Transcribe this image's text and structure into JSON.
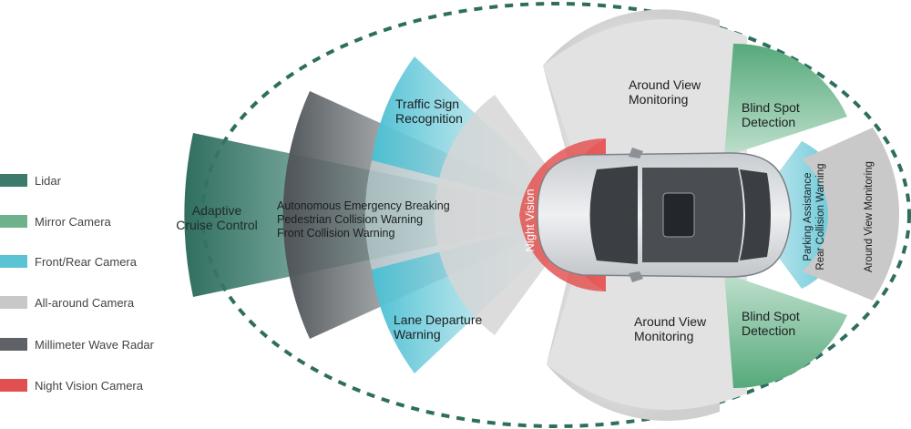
{
  "colors": {
    "lidar": "#3c7a6b",
    "mirror_camera": "#6db28b",
    "front_rear_camera": "#5cc3d4",
    "all_around_camera": "#c8c8c8",
    "radar": "#5e6266",
    "night_vision": "#e05050",
    "boundary": "#2d6e5d"
  },
  "legend": [
    {
      "label": "Lidar",
      "color_key": "lidar"
    },
    {
      "label": "Mirror Camera",
      "color_key": "mirror_camera"
    },
    {
      "label": "Front/Rear Camera",
      "color_key": "front_rear_camera"
    },
    {
      "label": "All-around Camera",
      "color_key": "all_around_camera"
    },
    {
      "label": "Millimeter Wave Radar",
      "color_key": "radar"
    },
    {
      "label": "Night Vision Camera",
      "color_key": "night_vision"
    }
  ],
  "labels": {
    "acc_line1": "Adaptive",
    "acc_line2": "Cruise Control",
    "aeb": "Autonomous Emergency Breaking",
    "pcw": "Pedestrian Collision Warning",
    "fcw": "Front Collision Warning",
    "tsr_line1": "Traffic Sign",
    "tsr_line2": "Recognition",
    "ldw_line1": "Lane Departure",
    "ldw_line2": "Warning",
    "night_vision": "Night Vision",
    "avm_top_line1": "Around View",
    "avm_top_line2": "Monitoring",
    "avm_bottom_line1": "Around View",
    "avm_bottom_line2": "Monitoring",
    "avm_rear": "Around View Monitoring",
    "bsd_top_line1": "Blind Spot",
    "bsd_top_line2": "Detection",
    "bsd_bottom_line1": "Blind Spot",
    "bsd_bottom_line2": "Detection",
    "park_line1": "Parking Assistance",
    "park_line2": "Rear Collision Warning"
  }
}
